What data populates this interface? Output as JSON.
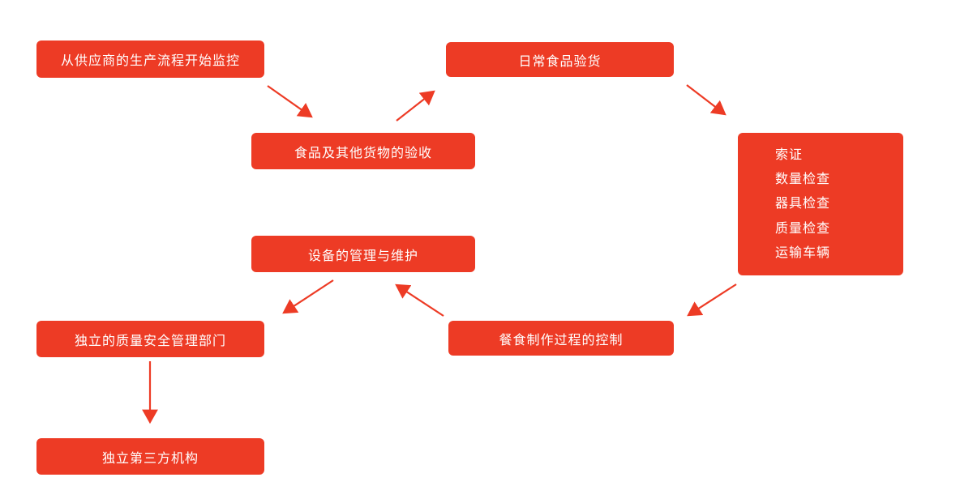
{
  "diagram": {
    "accent_color": "#ED3B25",
    "nodes": {
      "monitor": {
        "label": "从供应商的生产流程开始监控"
      },
      "daily_inspection": {
        "label": "日常食品验货"
      },
      "acceptance": {
        "label": "食品及其他货物的验收"
      },
      "checklist": {
        "items": [
          "索证",
          "数量检查",
          "器具检查",
          "质量检查",
          "运输车辆"
        ]
      },
      "equipment": {
        "label": "设备的管理与维护"
      },
      "quality_dept": {
        "label": "独立的质量安全管理部门"
      },
      "meal_control": {
        "label": "餐食制作过程的控制"
      },
      "third_party": {
        "label": "独立第三方机构"
      }
    }
  }
}
